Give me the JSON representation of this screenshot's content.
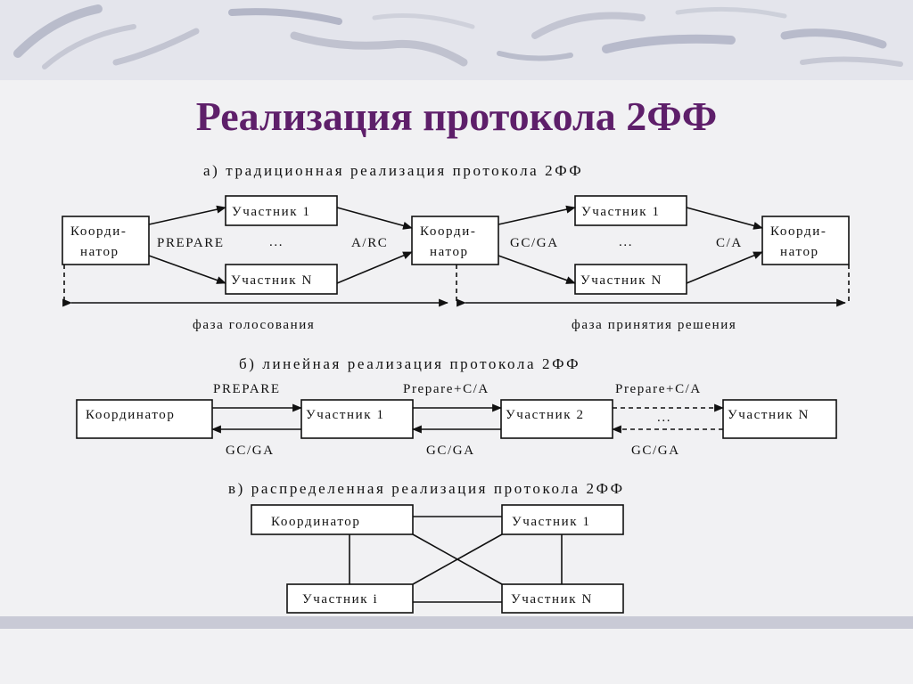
{
  "slide": {
    "title": "Реализация протокола 2ФФ"
  },
  "section_a": {
    "heading": "а) традиционная реализация протокола 2ФФ",
    "coordinator_line1": "Коорди-",
    "coordinator_line2": "натор",
    "participant_1": "Участник 1",
    "participant_n": "Участник N",
    "msg_prepare": "PREPARE",
    "msg_arc": "A/RC",
    "msg_gcga": "GC/GA",
    "msg_ca": "C/A",
    "ellipsis": "...",
    "phase_voting": "фаза голосования",
    "phase_decision": "фаза принятия решения"
  },
  "section_b": {
    "heading": "б) линейная реализация протокола 2ФФ",
    "coordinator": "Координатор",
    "participant_1": "Участник 1",
    "participant_2": "Участник 2",
    "participant_n": "Участник N",
    "msg_prepare": "PREPARE",
    "msg_prepare_ca": "Prepare+C/A",
    "msg_gcga": "GC/GA",
    "ellipsis": "..."
  },
  "section_c": {
    "heading": "в) распределенная реализация протокола 2ФФ",
    "coordinator": "Координатор",
    "participant_1": "Участник 1",
    "participant_i": "Участник i",
    "participant_n": "Участник N"
  }
}
